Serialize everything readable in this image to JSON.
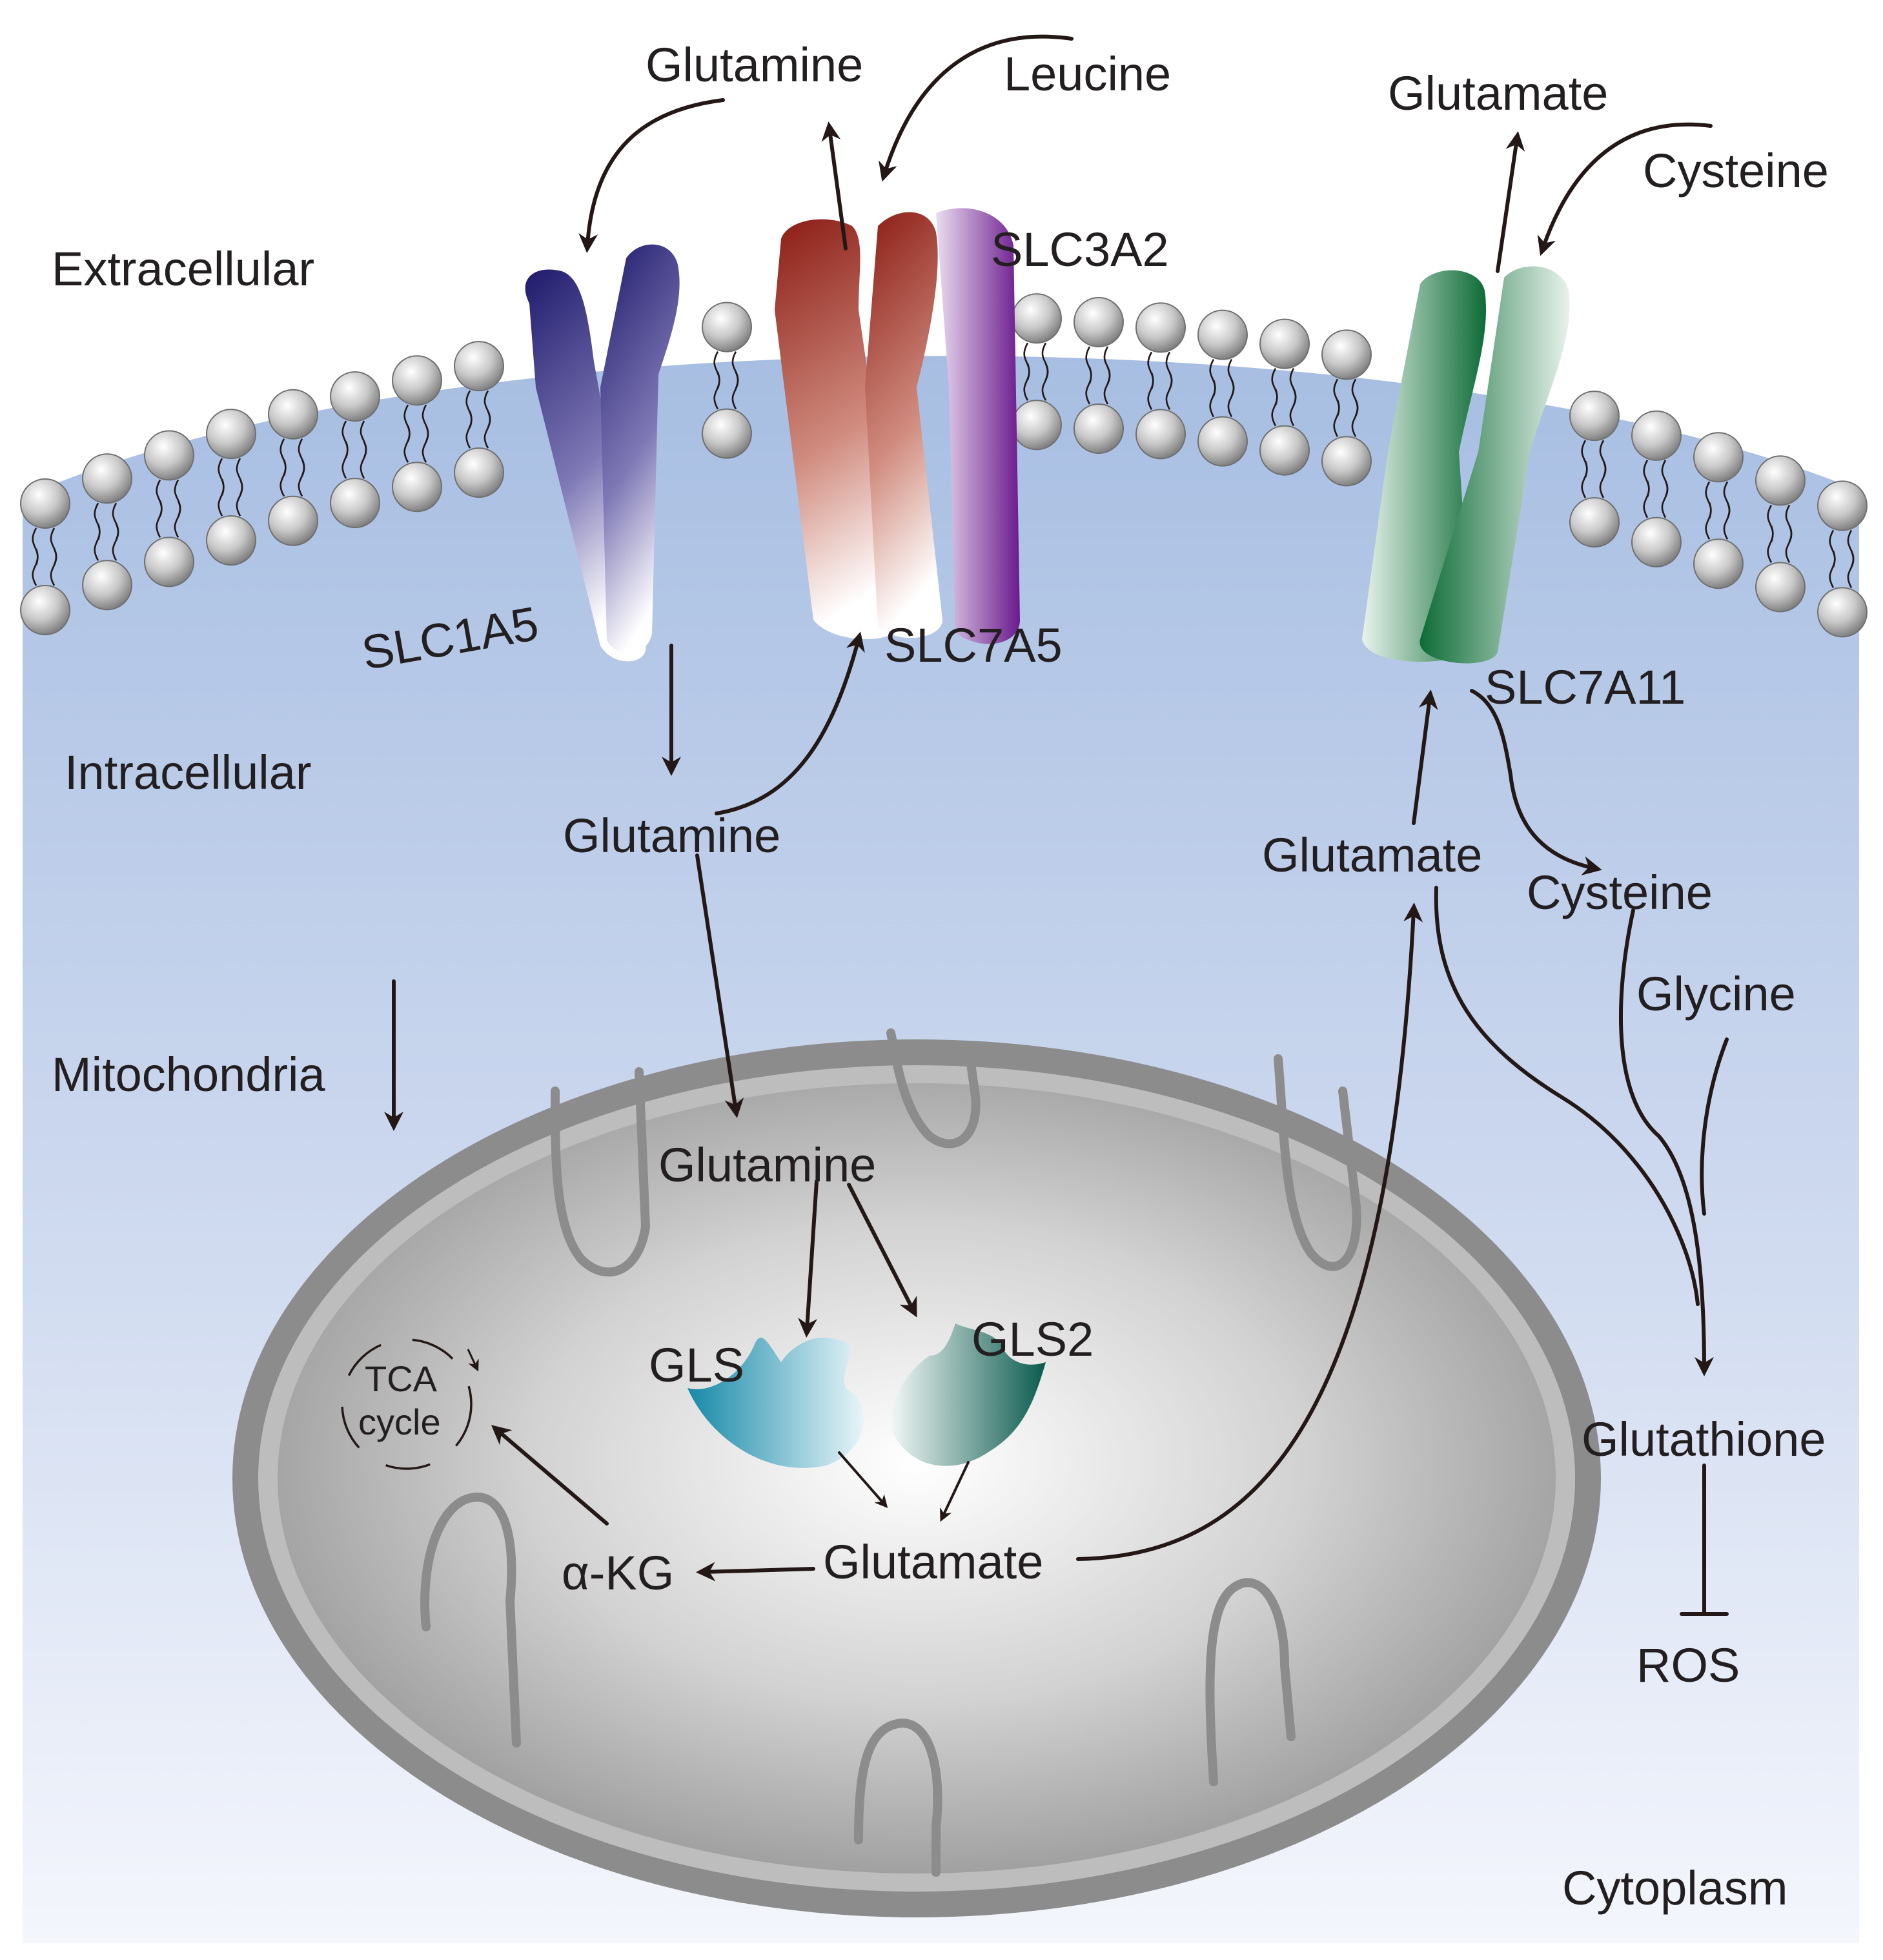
{
  "regions": {
    "extracellular": "Extracellular",
    "intracellular": "Intracellular",
    "mitochondria": "Mitochondria",
    "cytoplasm": "Cytoplasm"
  },
  "transporters": {
    "slc1a5": "SLC1A5",
    "slc3a2": "SLC3A2",
    "slc7a5": "SLC7A5",
    "slc7a11": "SLC7A11"
  },
  "metabolites": {
    "glutamine_extracellular": "Glutamine",
    "leucine": "Leucine",
    "glutamate_extracellular": "Glutamate",
    "cysteine_extracellular": "Cysteine",
    "glutamine_cytoplasm": "Glutamine",
    "glutamate_cytoplasm": "Glutamate",
    "cysteine_cytoplasm": "Cysteine",
    "glycine": "Glycine",
    "glutathione": "Glutathione",
    "ros": "ROS",
    "glutamine_mito": "Glutamine",
    "glutamate_mito": "Glutamate",
    "akg": "α-KG"
  },
  "enzymes": {
    "gls": "GLS",
    "gls2": "GLS2"
  },
  "tca": {
    "line1": "TCA",
    "line2": "cycle"
  },
  "colors": {
    "slc1a5": "#1f1a6b",
    "slc7a5": "#8b1c14",
    "slc3a2": "#6a1a8c",
    "slc7a11": "#0d6b36",
    "gls": "#1689a8",
    "gls2": "#0b5a4e",
    "arrow": "#231815",
    "mitochondria": "#8c8c8c",
    "cytoplasm_top": "#a7bee2",
    "lipid_head": "#c8c8c8"
  }
}
